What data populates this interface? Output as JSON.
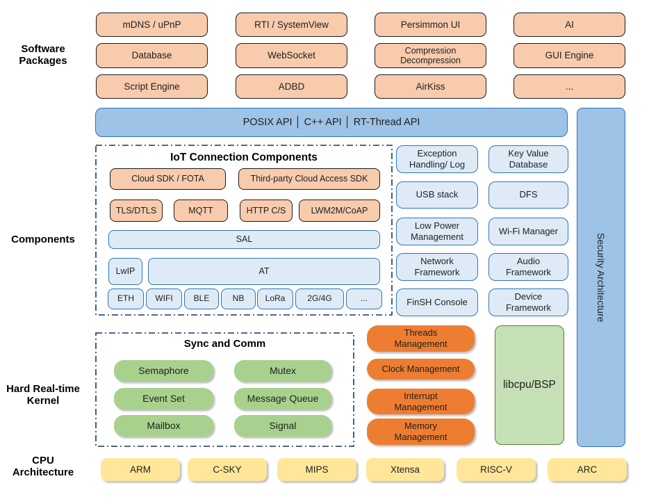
{
  "colors": {
    "package_fill": "#F8CBAD",
    "package_border": "#1a1a1a",
    "api_bar_fill": "#9DC3E6",
    "api_bar_border": "#2E74B5",
    "component_fill": "#DEEBF7",
    "component_border": "#2E74B5",
    "dashed_border": "#17375E",
    "kernel_green_fill": "#A9D18E",
    "libcpu_fill": "#C5E0B4",
    "libcpu_border": "#538135",
    "management_fill": "#ED7D31",
    "cpu_fill": "#FFE699"
  },
  "side_labels": {
    "software_packages": "Software\nPackages",
    "components": "Components",
    "kernel": "Hard Real-time\nKernel",
    "cpu": "CPU\nArchitecture"
  },
  "software_packages": {
    "items": [
      "mDNS / uPnP",
      "RTI / SystemView",
      "Persimmon UI",
      "AI",
      "Database",
      "WebSocket",
      "Compression\nDecompression",
      "GUI Engine",
      "Script Engine",
      "ADBD",
      "AirKiss",
      "..."
    ]
  },
  "api_bar": {
    "label": "POSIX API │ C++ API │ RT-Thread API"
  },
  "security_bar": {
    "label": "Security Architecture"
  },
  "iot": {
    "title": "IoT Connection Components",
    "sdk_row": [
      "Cloud SDK / FOTA",
      "Third-party Cloud Access SDK"
    ],
    "protocol_row": [
      "TLS/DTLS",
      "MQTT",
      "HTTP C/S",
      "LWM2M/CoAP"
    ],
    "sal": "SAL",
    "lwip": "LwIP",
    "at": "AT",
    "link_row": [
      "ETH",
      "WIFI",
      "BLE",
      "NB",
      "LoRa",
      "2G/4G",
      "..."
    ]
  },
  "service_components": [
    "Exception\nHandling/ Log",
    "Key Value\nDatabase",
    "USB stack",
    "DFS",
    "Low Power\nManagement",
    "Wi-Fi Manager",
    "Network\nFramework",
    "Audio\nFramework",
    "FinSH Console",
    "Device\nFramework"
  ],
  "kernel": {
    "title": "Sync and Comm",
    "items": [
      "Semaphore",
      "Mutex",
      "Event Set",
      "Message Queue",
      "Mailbox",
      "Signal"
    ],
    "management": [
      "Threads\nManagement",
      "Clock Management",
      "Interrupt\nManagement",
      "Memory\nManagement"
    ],
    "libcpu": "libcpu/BSP"
  },
  "cpu_architectures": [
    "ARM",
    "C-SKY",
    "MIPS",
    "Xtensa",
    "RISC-V",
    "ARC"
  ]
}
